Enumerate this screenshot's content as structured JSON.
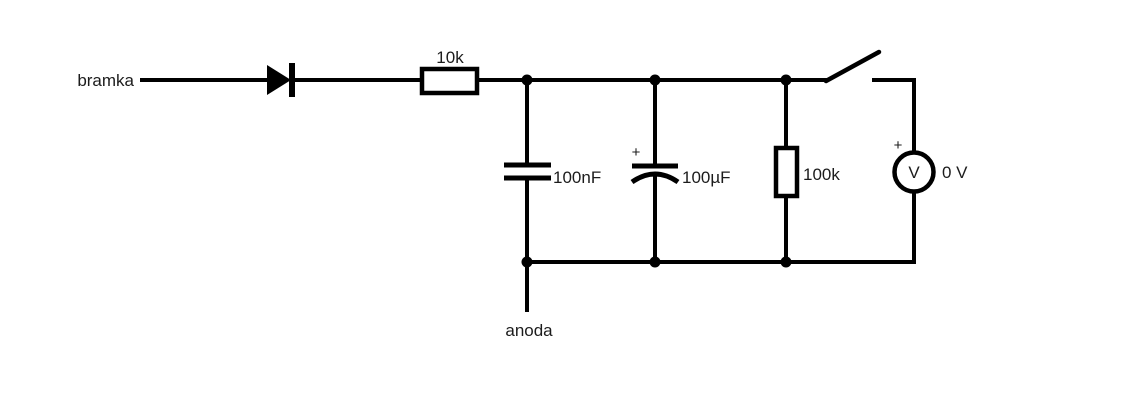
{
  "canvas": {
    "background": "#ffffff",
    "wire_color": "#000000",
    "text_color": "#1c1c1c"
  },
  "labels": {
    "gate": "bramka",
    "anode": "anoda"
  },
  "components": {
    "diode": {
      "type": "diode"
    },
    "series_resistor": {
      "value": "10k"
    },
    "film_capacitor": {
      "value": "100nF"
    },
    "electrolytic_capacitor": {
      "value": "100µF",
      "polarity_mark": "+"
    },
    "load_resistor": {
      "value": "100k"
    },
    "switch": {
      "state": "open"
    },
    "voltmeter": {
      "symbol": "V",
      "polarity_mark": "+",
      "reading": "0 V"
    }
  }
}
